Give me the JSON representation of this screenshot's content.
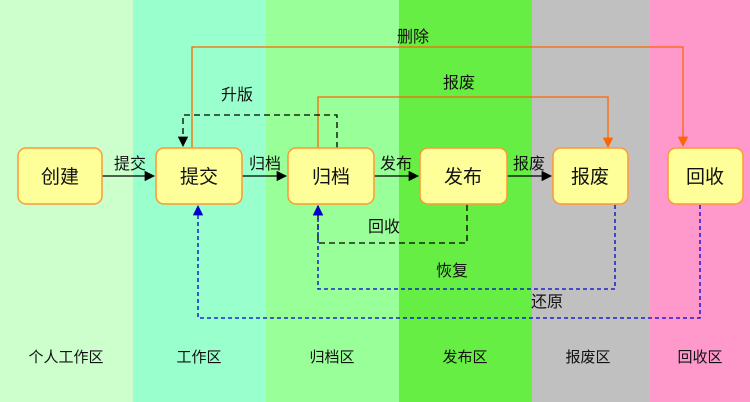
{
  "zones": [
    {
      "id": "personal",
      "label": "个人工作区",
      "color": "#ccffcc"
    },
    {
      "id": "work",
      "label": "工作区",
      "color": "#99ffcc"
    },
    {
      "id": "archive",
      "label": "归档区",
      "color": "#99ff99"
    },
    {
      "id": "publish",
      "label": "发布区",
      "color": "#66ee44"
    },
    {
      "id": "scrap",
      "label": "报废区",
      "color": "#c0c0c0"
    },
    {
      "id": "recycle",
      "label": "回收区",
      "color": "#ff99cc"
    }
  ],
  "nodes": [
    {
      "id": "create",
      "label": "创建"
    },
    {
      "id": "submit",
      "label": "提交"
    },
    {
      "id": "archive",
      "label": "归档"
    },
    {
      "id": "release",
      "label": "发布"
    },
    {
      "id": "scrap",
      "label": "报废"
    },
    {
      "id": "recycle",
      "label": "回收"
    }
  ],
  "edges": [
    {
      "id": "create-submit",
      "label": "提交",
      "style": "solid",
      "color": "#000000"
    },
    {
      "id": "submit-archive",
      "label": "归档",
      "style": "solid",
      "color": "#000000"
    },
    {
      "id": "archive-release",
      "label": "发布",
      "style": "solid",
      "color": "#000000"
    },
    {
      "id": "release-scrap",
      "label": "报废",
      "style": "solid",
      "color": "#000000"
    },
    {
      "id": "upgrade",
      "label": "升版",
      "style": "dashed",
      "color": "#000000"
    },
    {
      "id": "delete",
      "label": "删除",
      "style": "solid",
      "color": "#ff6600"
    },
    {
      "id": "scrap-archive",
      "label": "报废",
      "style": "solid",
      "color": "#ff6600"
    },
    {
      "id": "withdraw",
      "label": "回收",
      "style": "dashed",
      "color": "#000000"
    },
    {
      "id": "restore",
      "label": "恢复",
      "style": "dashed",
      "color": "#0000cc"
    },
    {
      "id": "revert",
      "label": "还原",
      "style": "dashed",
      "color": "#0000cc"
    }
  ],
  "colors": {
    "node_fill": "#ffff99",
    "node_border": "#ff9933"
  }
}
